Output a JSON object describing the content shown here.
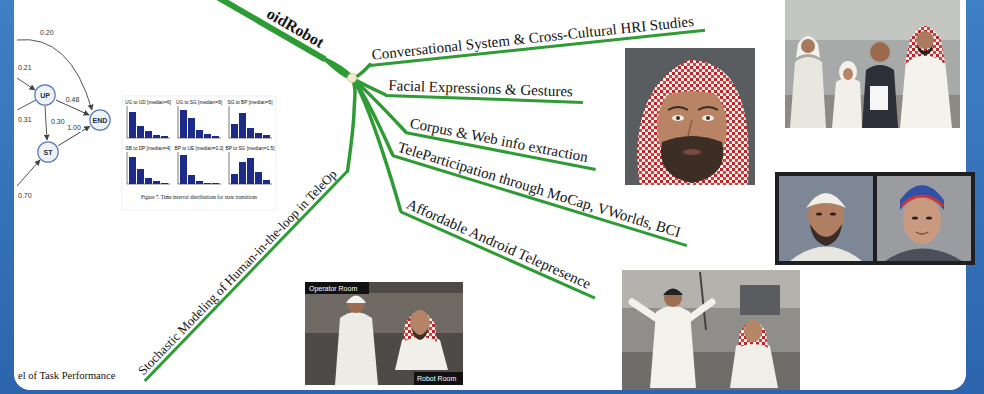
{
  "diagram": {
    "nodes": [
      {
        "text": [
          "oidRobot"
        ]
      },
      {
        "text": [
          "Conversational System & Cross-Cultural HRI Studies"
        ]
      },
      {
        "text": [
          "Facial Expressions & Gestures"
        ]
      },
      {
        "text": [
          "Corpus & Web info extraction"
        ]
      },
      {
        "text": [
          "TeleParticipation through MoCap, VWorlds, BCI"
        ]
      },
      {
        "text": [
          "Affordable Android Telepresence"
        ]
      },
      {
        "text": [
          "Stochastic Modeling of Human-in-the-loop in TeleOp"
        ]
      },
      {
        "text": [
          "UP"
        ]
      },
      {
        "text": [
          "END"
        ]
      },
      {
        "text": [
          "ST"
        ]
      }
    ],
    "edges": [
      {
        "from": 0,
        "to": 1,
        "arrow": "none"
      },
      {
        "from": 0,
        "to": 2,
        "arrow": "none"
      },
      {
        "from": 0,
        "to": 3,
        "arrow": "none"
      },
      {
        "from": 0,
        "to": 4,
        "arrow": "none"
      },
      {
        "from": 0,
        "to": 5,
        "arrow": "none"
      },
      {
        "from": 0,
        "to": 6,
        "arrow": "none"
      },
      {
        "from": 7,
        "to": 8,
        "label": "0.48",
        "arrow": "to"
      },
      {
        "from": 9,
        "to": 8,
        "label": "1.00",
        "arrow": "to"
      }
    ],
    "labels": [
      "UG to UD [median=6]",
      "UG to SG [median=9]",
      "SG to BP [median=5]",
      "SB to DP [median=4]",
      "BP to UE [median=0.2]",
      "BP to SG [median=1.5]",
      "Figure 7. Time interval distributions for state transitions",
      "0.20",
      "0.21",
      "0.31",
      "0.30",
      "0.70",
      "el of Task Performance",
      "Operator Room",
      "Robot Room"
    ]
  }
}
